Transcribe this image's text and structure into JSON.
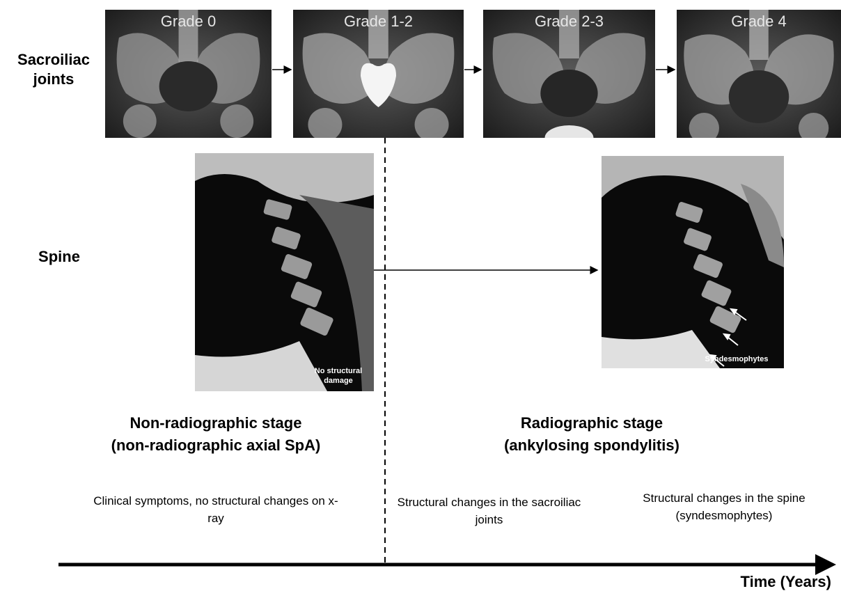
{
  "rows": {
    "sacroiliac_label": "Sacroiliac joints",
    "spine_label": "Spine"
  },
  "grades": [
    {
      "label": "Grade 0"
    },
    {
      "label": "Grade 1-2"
    },
    {
      "label": "Grade 2-3"
    },
    {
      "label": "Grade 4"
    }
  ],
  "spine_images": {
    "left_caption": "No structural damage",
    "right_caption": "Syndesmophytes"
  },
  "stages": {
    "nonradiographic": {
      "title_line1": "Non-radiographic stage",
      "title_line2": "(non-radiographic axial SpA)",
      "description": "Clinical symptoms, no structural changes on x-ray"
    },
    "radiographic": {
      "title_line1": "Radiographic stage",
      "title_line2": "(ankylosing spondylitis)",
      "description_sacroiliac": "Structural changes in the sacroiliac joints",
      "description_spine": "Structural changes in the spine (syndesmophytes)"
    }
  },
  "timeline": {
    "label": "Time (Years)"
  }
}
